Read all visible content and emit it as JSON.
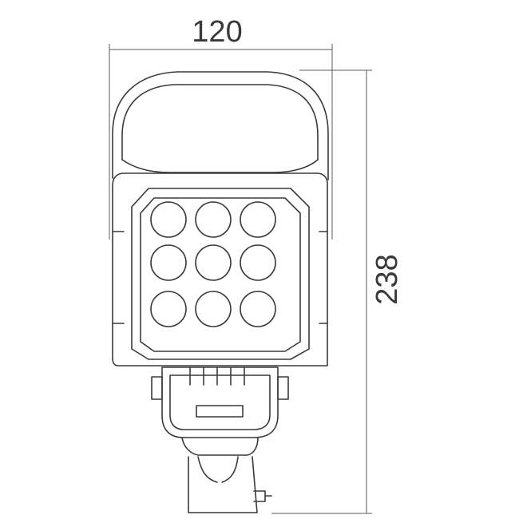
{
  "dimensions": {
    "width_label": "120",
    "height_label": "238"
  },
  "colors": {
    "line": "#3a3a3a",
    "background": "#ffffff"
  },
  "led_grid": {
    "rows": 3,
    "cols": 3
  }
}
